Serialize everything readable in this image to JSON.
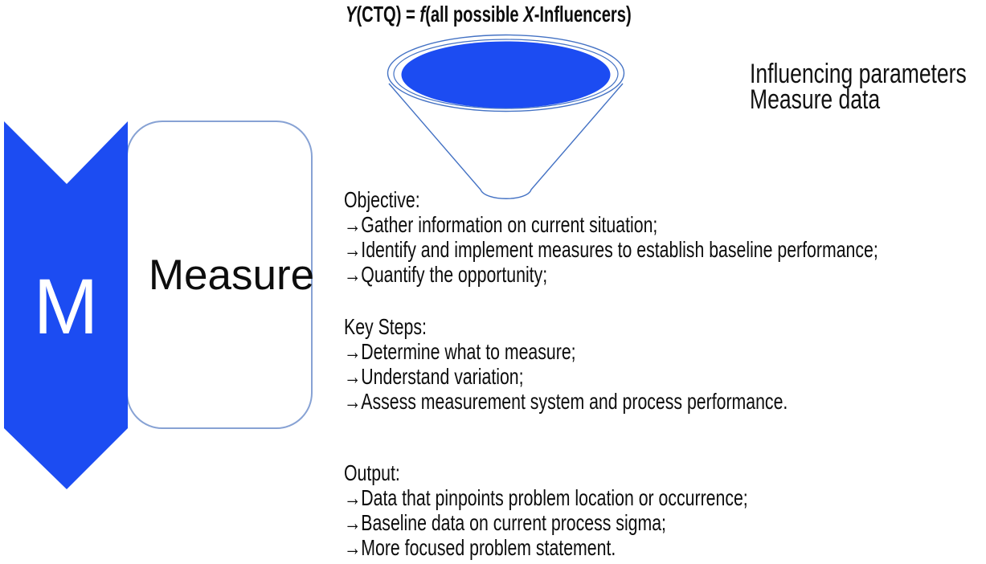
{
  "title": {
    "y": "Y",
    "seg1": "(CTQ) = ",
    "f": "f",
    "seg2": "(all possible ",
    "x": "X",
    "seg3": "-Influencers)"
  },
  "phase": {
    "letter": "M",
    "name": "Measure"
  },
  "funnel_labels": {
    "line1": "Influencing parameters",
    "line2": "Measure data"
  },
  "sections": [
    {
      "heading": "Objective:",
      "items": [
        "→Gather information on current situation;",
        "→Identify and implement measures to establish baseline performance;",
        "→Quantify the opportunity;"
      ]
    },
    {
      "heading": "Key Steps:",
      "items": [
        "→Determine what to measure;",
        "→Understand variation;",
        "→Assess measurement system and process performance."
      ]
    },
    {
      "heading": "Output:",
      "items": [
        "→Data that pinpoints problem location or occurrence;",
        "→Baseline data on current process sigma;",
        "→More focused problem statement."
      ]
    }
  ],
  "colors": {
    "accent_blue": "#1c4cf2",
    "funnel_outline_blue": "#4472c4",
    "box_border_blue": "#87a2d4",
    "text_black": "#0d0d0d",
    "letter_white": "#ffffff"
  }
}
